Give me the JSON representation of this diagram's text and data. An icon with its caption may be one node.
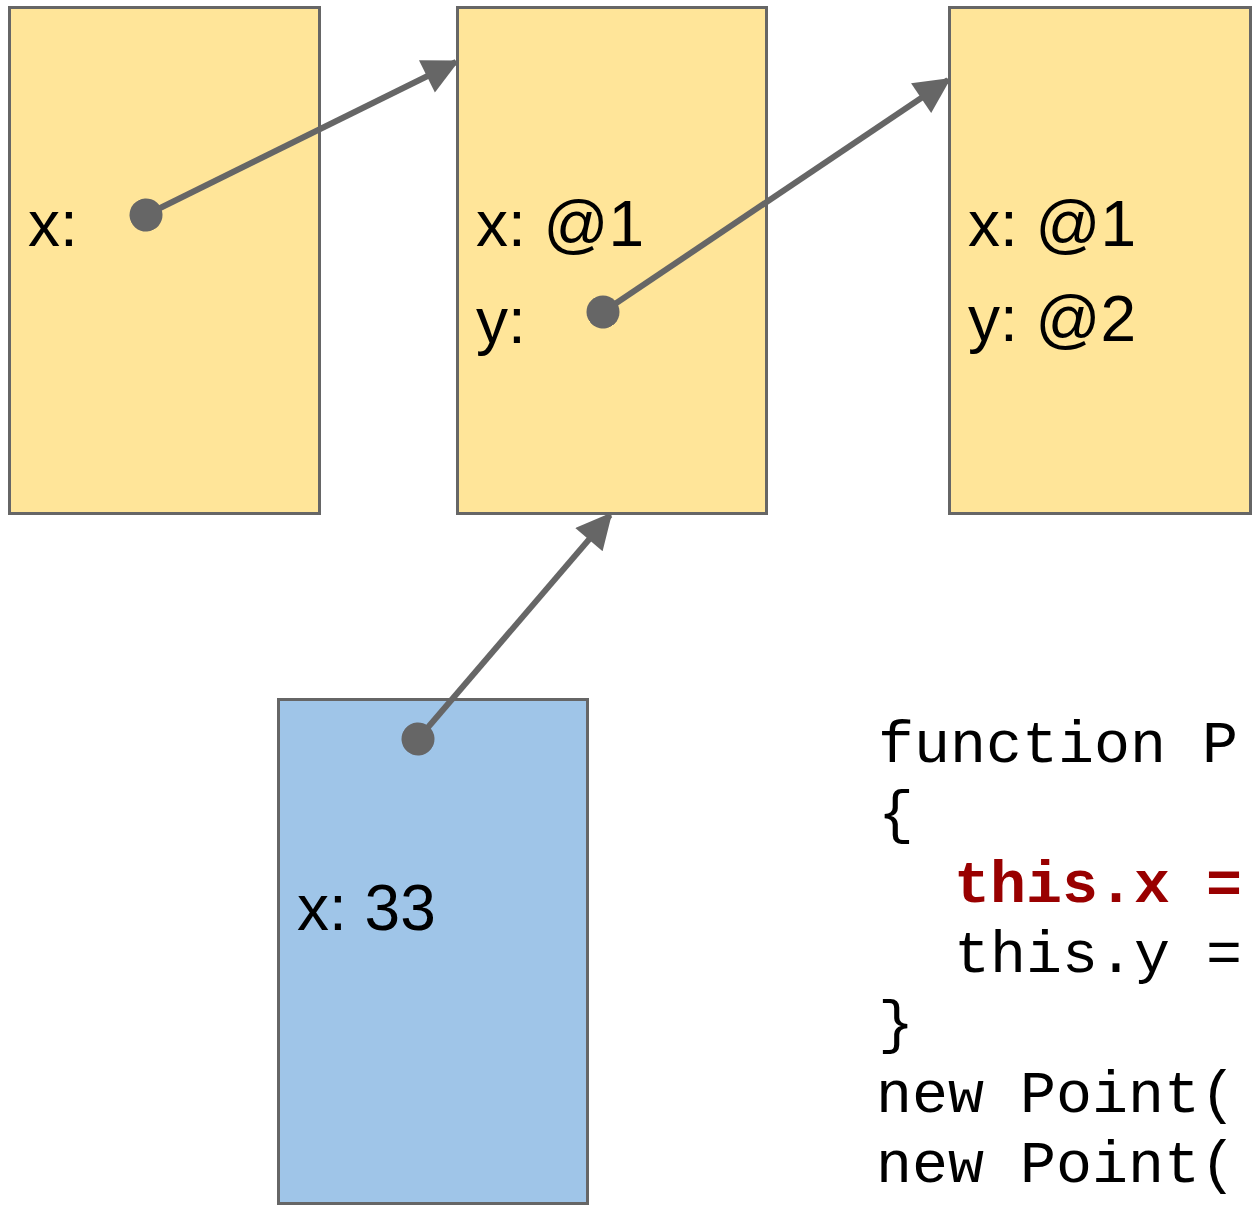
{
  "diagram": {
    "nodes": [
      {
        "text": [
          "x:"
        ]
      },
      {
        "text": [
          "x: @1",
          "y:"
        ]
      },
      {
        "text": [
          "x: @1",
          "y: @2"
        ]
      },
      {
        "text": [
          "x: 33"
        ]
      }
    ],
    "edges": [
      {
        "from": 0,
        "to": 1,
        "arrow": "to"
      },
      {
        "from": 1,
        "to": 2,
        "arrow": "to"
      },
      {
        "from": 3,
        "to": 1,
        "arrow": "to"
      }
    ],
    "labels": [
      "function P",
      "{",
      "this.x =",
      "this.y =",
      "}",
      "new Point(",
      "new Point("
    ]
  }
}
